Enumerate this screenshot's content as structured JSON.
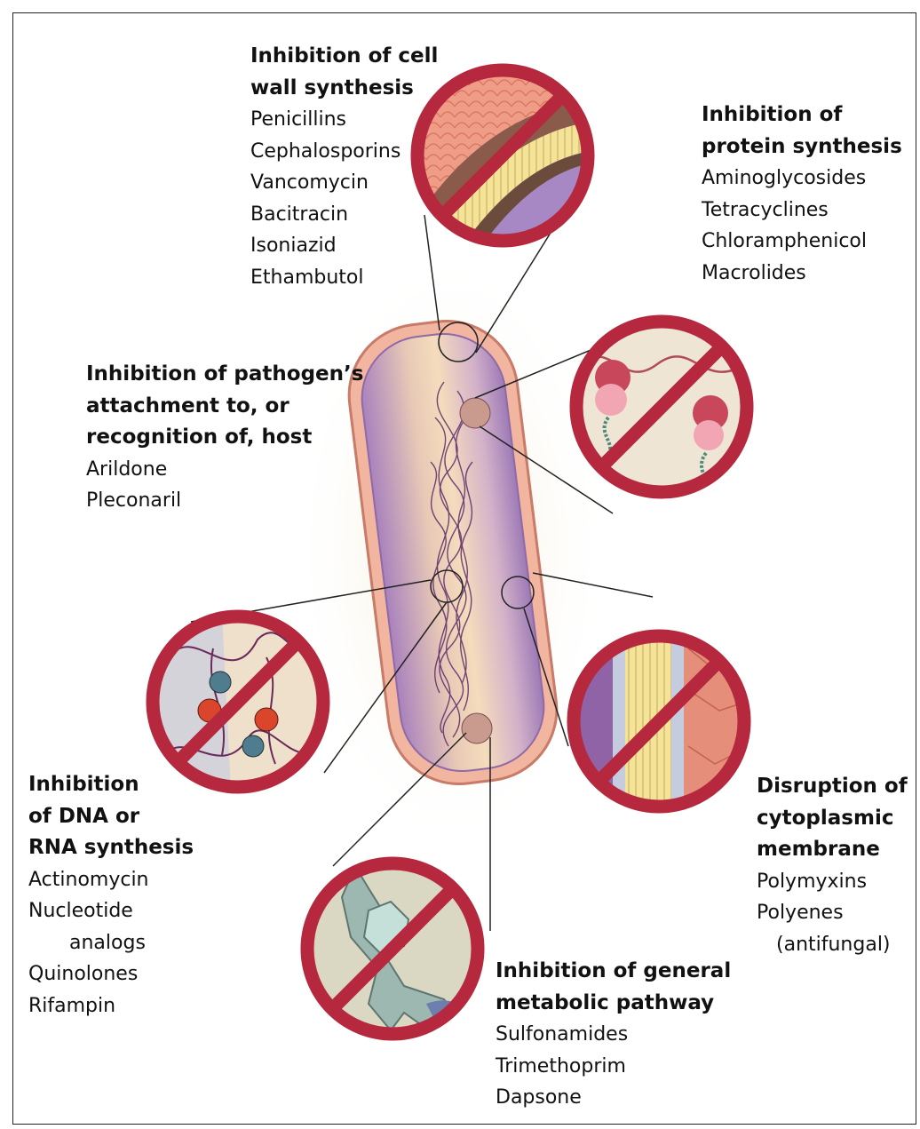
{
  "mechanisms": {
    "cell_wall": {
      "heading": [
        "Inhibition of cell",
        "wall synthesis"
      ],
      "drugs": [
        "Penicillins",
        "Cephalosporins",
        "Vancomycin",
        "Bacitracin",
        "Isoniazid",
        "Ethambutol"
      ]
    },
    "protein": {
      "heading": [
        "Inhibition of",
        "protein synthesis"
      ],
      "drugs": [
        "Aminoglycosides",
        "Tetracyclines",
        "Chloramphenicol",
        "Macrolides"
      ]
    },
    "attachment": {
      "heading": [
        "Inhibition of pathogen’s",
        "attachment to, or",
        "recognition of, host"
      ],
      "drugs": [
        "Arildone",
        "Pleconaril"
      ]
    },
    "nucleic_acid": {
      "heading": [
        "Inhibition",
        "of DNA or",
        "RNA synthesis"
      ],
      "drugs": [
        "Actinomycin",
        "Nucleotide",
        "analogs",
        "Quinolones",
        "Rifampin"
      ]
    },
    "membrane": {
      "heading": [
        "Disruption of",
        "cytoplasmic",
        "membrane"
      ],
      "drugs": [
        "Polymyxins",
        "Polyenes",
        "(antifungal)"
      ]
    },
    "metabolic": {
      "heading": [
        "Inhibition of general",
        "metabolic pathway"
      ],
      "drugs": [
        "Sulfonamides",
        "Trimethoprim",
        "Dapsone"
      ]
    }
  },
  "colors": {
    "prohibition_ring": "#b5283e",
    "cell_wall_outer": "#e7a58e",
    "cytoplasm": "#b693c6",
    "cytoplasm_center": "#f3d5b4",
    "dna": "#5a2a6a"
  },
  "icons": [
    "cell-wall-closeup",
    "ribosome-closeup",
    "dna-closeup",
    "membrane-closeup",
    "enzyme-substrate-closeup",
    "prohibition-sign"
  ]
}
